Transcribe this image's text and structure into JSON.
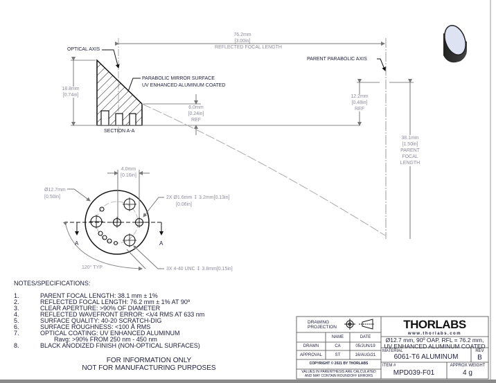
{
  "section_view": {
    "optical_axis_label": "OPTICAL AXIS",
    "reflected_focal_length": {
      "mm": "76.2mm",
      "in": "[3.00in]",
      "label": "REFLECTED FOCAL LENGTH"
    },
    "height": {
      "mm": "18.8mm",
      "in": "[0.74in]"
    },
    "surface_label": [
      "PARABOLIC MIRROR SURFACE",
      "UV ENHANCED ALUMINUM COATED"
    ],
    "edge_height": {
      "mm": "6.0mm",
      "in": "[0.24in]",
      "ref": "REF"
    },
    "title": "SECTION A-A"
  },
  "parent_view": {
    "axis_label": "PARENT PARABOLIC AXIS",
    "offset": {
      "mm": "12.2mm",
      "in": "[0.48in]",
      "ref": "REF"
    },
    "parent_focal_length": {
      "mm": "38.1mm",
      "in": "[1.50in]",
      "l1": "PARENT",
      "l2": "FOCAL",
      "l3": "LENGTH"
    }
  },
  "front_view": {
    "hole_spacing": {
      "mm": "4.0mm",
      "in": "[0.16in]"
    },
    "diameter": {
      "mm": "Ø12.7mm",
      "in": "[0.50in]"
    },
    "pin_holes": {
      "l1": "2X  Ø1.6mm ↧ 3.2mm[0.13in]",
      "l2": "[0.06in]"
    },
    "tapped_holes": "3X 4-40 UNC ↧ 3.8mm[0.15in]",
    "angle": "120° TYP",
    "section_marker": "A"
  },
  "notes": {
    "title": "NOTES/SPECIFICATIONS:",
    "items": [
      {
        "n": "1.",
        "text": "PARENT FOCAL LENGTH: 38.1 mm ± 1%"
      },
      {
        "n": "2.",
        "text": "REFLECTED FOCAL LENGTH: 76.2 mm ± 1% AT 90º"
      },
      {
        "n": "3.",
        "text": "CLEAR APERTURE: >90% OF DIAMETER"
      },
      {
        "n": "4.",
        "text": "REFLECTED WAVEFRONT ERROR: <λ/4 RMS AT 633 nm"
      },
      {
        "n": "5.",
        "text": "SURFACE QUALITY: 40-20 SCRATCH-DIG"
      },
      {
        "n": "6.",
        "text": "SURFACE ROUGHNESS: <100 Å RMS"
      },
      {
        "n": "7.",
        "text": "OPTICAL COATING: UV ENHANCED ALUMINUM"
      },
      {
        "n": "",
        "text": "        Ravg: >90% FROM 250 nm - 450 nm"
      },
      {
        "n": "8.",
        "text": "BLACK ANODIZED FINISH (NON-OPTICAL SURFACES)"
      }
    ],
    "disclaimer": [
      "FOR INFORMATION ONLY",
      "NOT FOR MANUFACTURING PURPOSES"
    ]
  },
  "title_block": {
    "projection": "DRAWING PROJECTION",
    "name_h": "NAME",
    "date_h": "DATE",
    "drawn": "DRAWN",
    "drawn_name": "CA",
    "drawn_date": "05/JUN/19",
    "approval": "APPROVAL",
    "approval_name": "ST",
    "approval_date": "16/AUG/21",
    "copyright": "COPYRIGHT © 2021 BY THORLABS",
    "values_note": [
      "VALUES IN PARENTHESIS ARE CALCULATED",
      "AND MAY CONTAIN ROUNDOFF ERRORS"
    ],
    "logo": "THORLABS",
    "website": "www.thorlabs.com",
    "description": [
      "Ø12.7 mm, 90º OAP, RFL = 76.2 mm,",
      "UV ENHANCED ALUMINUM COATED"
    ],
    "material_label": "MATERIAL",
    "material": "6061-T6 ALUMINUM",
    "rev_label": "REV",
    "rev": "B",
    "item_label": "ITEM #",
    "item": "MPD039-F01",
    "weight_label": "APPROX WEIGHT",
    "weight": "4 g"
  }
}
